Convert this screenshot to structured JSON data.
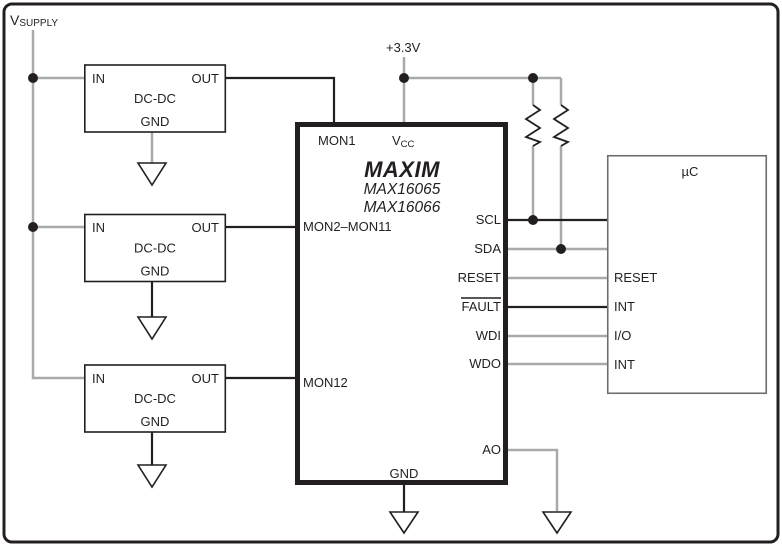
{
  "supply": {
    "v": "V",
    "v_sub": "SUPPLY",
    "rail_3v3": "+3.3V"
  },
  "dcdc": {
    "in": "IN",
    "out": "OUT",
    "name": "DC-DC",
    "gnd": "GND"
  },
  "ic": {
    "logo": "MAXIM",
    "part1": "MAX16065",
    "part2": "MAX16066",
    "pins": {
      "mon1": "MON1",
      "vcc": "V",
      "vcc_sub": "CC",
      "mon2_11": "MON2–MON11",
      "mon12": "MON12",
      "scl": "SCL",
      "sda": "SDA",
      "reset": "RESET",
      "fault": "FAULT",
      "wdi": "WDI",
      "wdo": "WDO",
      "ao": "AO",
      "gnd": "GND"
    }
  },
  "mcu": {
    "label": "µC",
    "pins": [
      "RESET",
      "INT",
      "I/O",
      "INT"
    ]
  },
  "colors": {
    "ink": "#231f20",
    "wire_gray": "#a7a9ac",
    "mcu_border": "#6d6e71"
  }
}
